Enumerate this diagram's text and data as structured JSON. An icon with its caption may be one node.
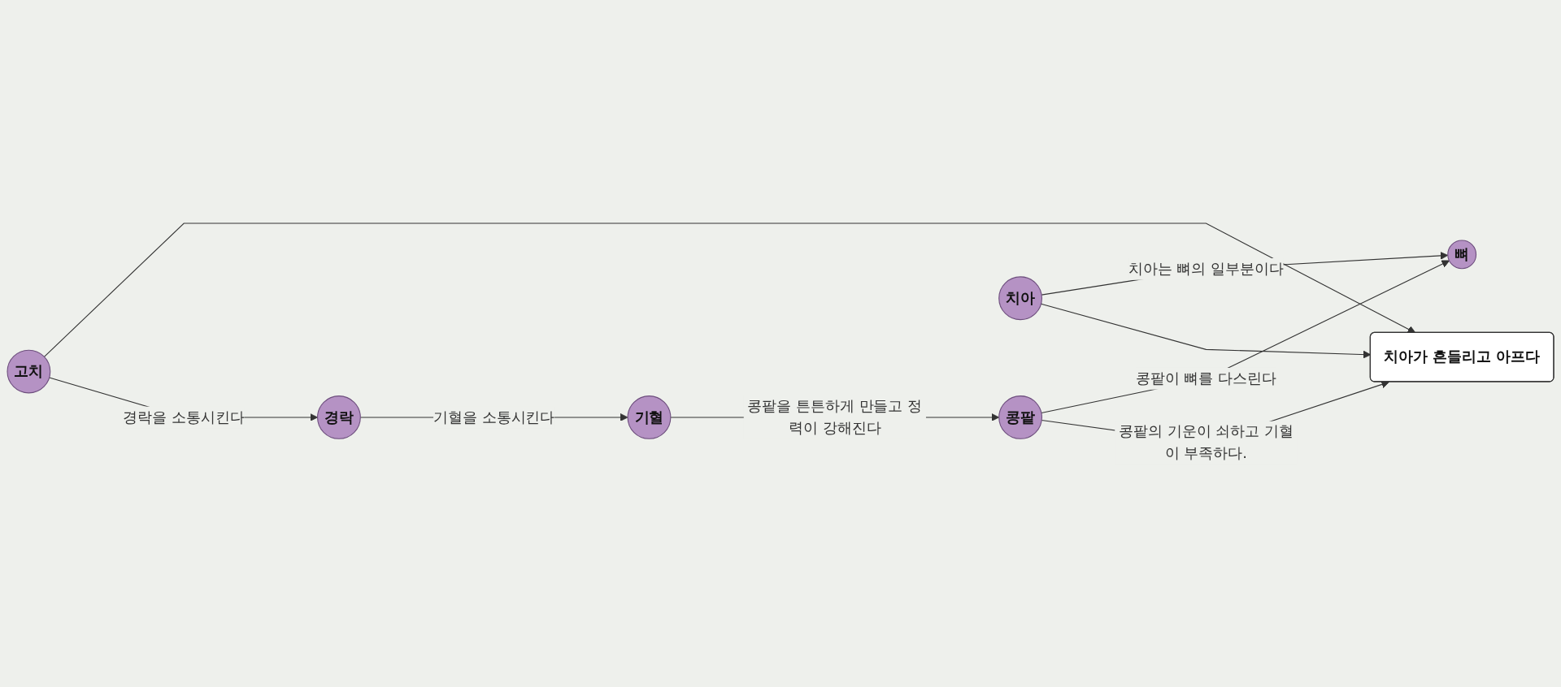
{
  "diagram": {
    "nodes": [
      {
        "text": [
          "콩팥"
        ]
      },
      {
        "text": [
          "뼈"
        ]
      },
      {
        "text": [
          "치아"
        ]
      },
      {
        "text": [
          "치아가 흔들리고 아프다"
        ]
      },
      {
        "text": [
          "고치"
        ]
      },
      {
        "text": [
          "경락"
        ]
      },
      {
        "text": [
          "기혈"
        ]
      }
    ],
    "edges": [
      {
        "from": 0,
        "to": 1,
        "arrow": "to",
        "label": "콩팥이 뼈를 다스린다"
      },
      {
        "from": 2,
        "to": 1,
        "arrow": "to",
        "label": "치아는 뼈의 일부분이다"
      },
      {
        "from": 2,
        "to": 3,
        "arrow": "to"
      },
      {
        "from": 0,
        "to": 3,
        "arrow": "to",
        "label": "콩팥의 기운이 쇠하고 기혈이 부족하다."
      },
      {
        "from": 4,
        "to": 3,
        "arrow": "to"
      },
      {
        "from": 4,
        "to": 5,
        "arrow": "to",
        "label": "경락을 소통시킨다"
      },
      {
        "from": 5,
        "to": 6,
        "arrow": "to",
        "label": "기혈을 소통시킨다"
      },
      {
        "from": 6,
        "to": 0,
        "arrow": "to",
        "label": "콩팥을 튼튼하게 만들고 정력이 강해진다"
      }
    ]
  }
}
